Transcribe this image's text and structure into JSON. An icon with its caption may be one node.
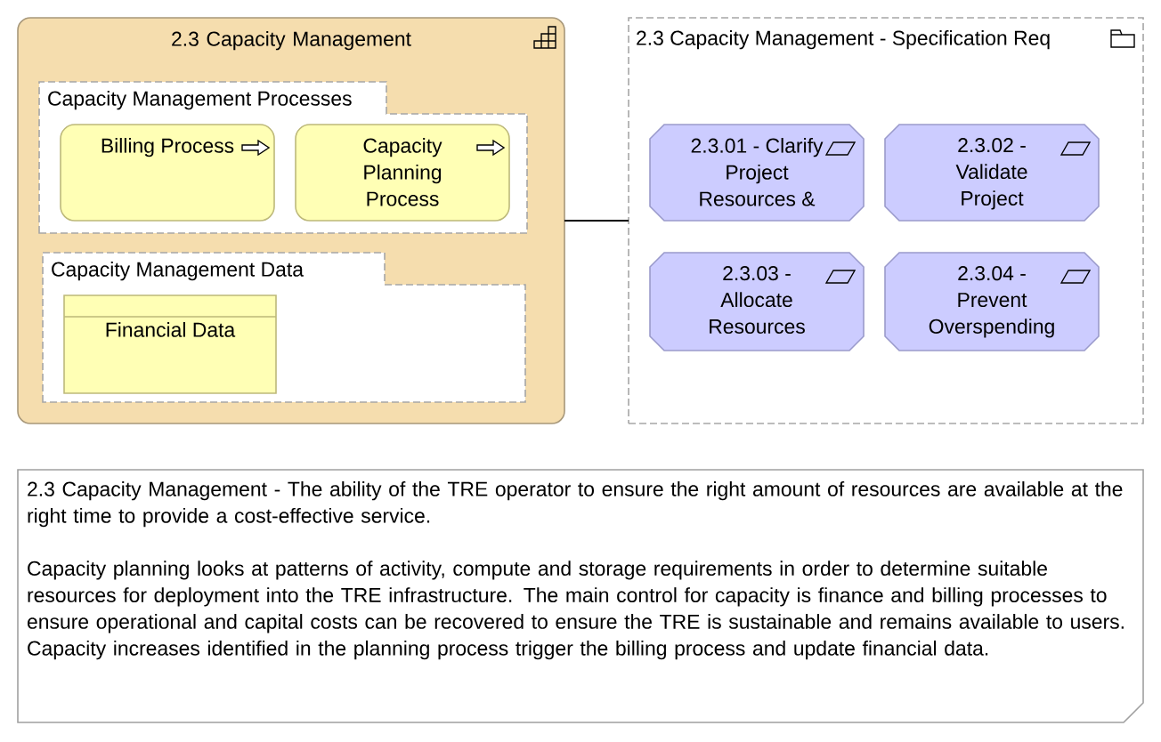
{
  "diagram": {
    "nodes": [
      {
        "text": [
          "2.3 Capacity Management"
        ]
      },
      {
        "text": [
          "Capacity Management Processes"
        ],
        "in": 0
      },
      {
        "text": [
          "Billing Process"
        ],
        "in": 1
      },
      {
        "text": [
          "Capacity Planning Process"
        ],
        "in": 1
      },
      {
        "text": [
          "Capacity Management Data"
        ],
        "in": 0
      },
      {
        "text": [
          "Financial Data"
        ],
        "in": 4
      },
      {
        "text": [
          "2.3 Capacity Management - Specification Req"
        ]
      },
      {
        "text": [
          "2.3.01 - Clarify Project Resources &"
        ],
        "in": 6
      },
      {
        "text": [
          "2.3.02 - Validate Project"
        ],
        "in": 6
      },
      {
        "text": [
          "2.3.03 - Allocate Resources"
        ],
        "in": 6
      },
      {
        "text": [
          "2.3.04 - Prevent Overspending"
        ],
        "in": 6
      },
      {
        "text": [
          "2.3 Capacity Management - The ability of the TRE operator to ensure the right amount of resources are available at the right time to provide a cost-effective service.",
          "Capacity planning looks at patterns of activity, compute and storage requirements in order to determine suitable resources for deployment into the TRE infrastructure. The main control for capacity is finance and billing processes to ensure operational and capital costs can be recovered to ensure the TRE is sustainable and remains available to users. Capacity increases identified in the planning process trigger the billing process and update financial data."
        ]
      }
    ],
    "edges": [
      {
        "from": 0,
        "to": 6,
        "arrow": "none"
      }
    ]
  }
}
